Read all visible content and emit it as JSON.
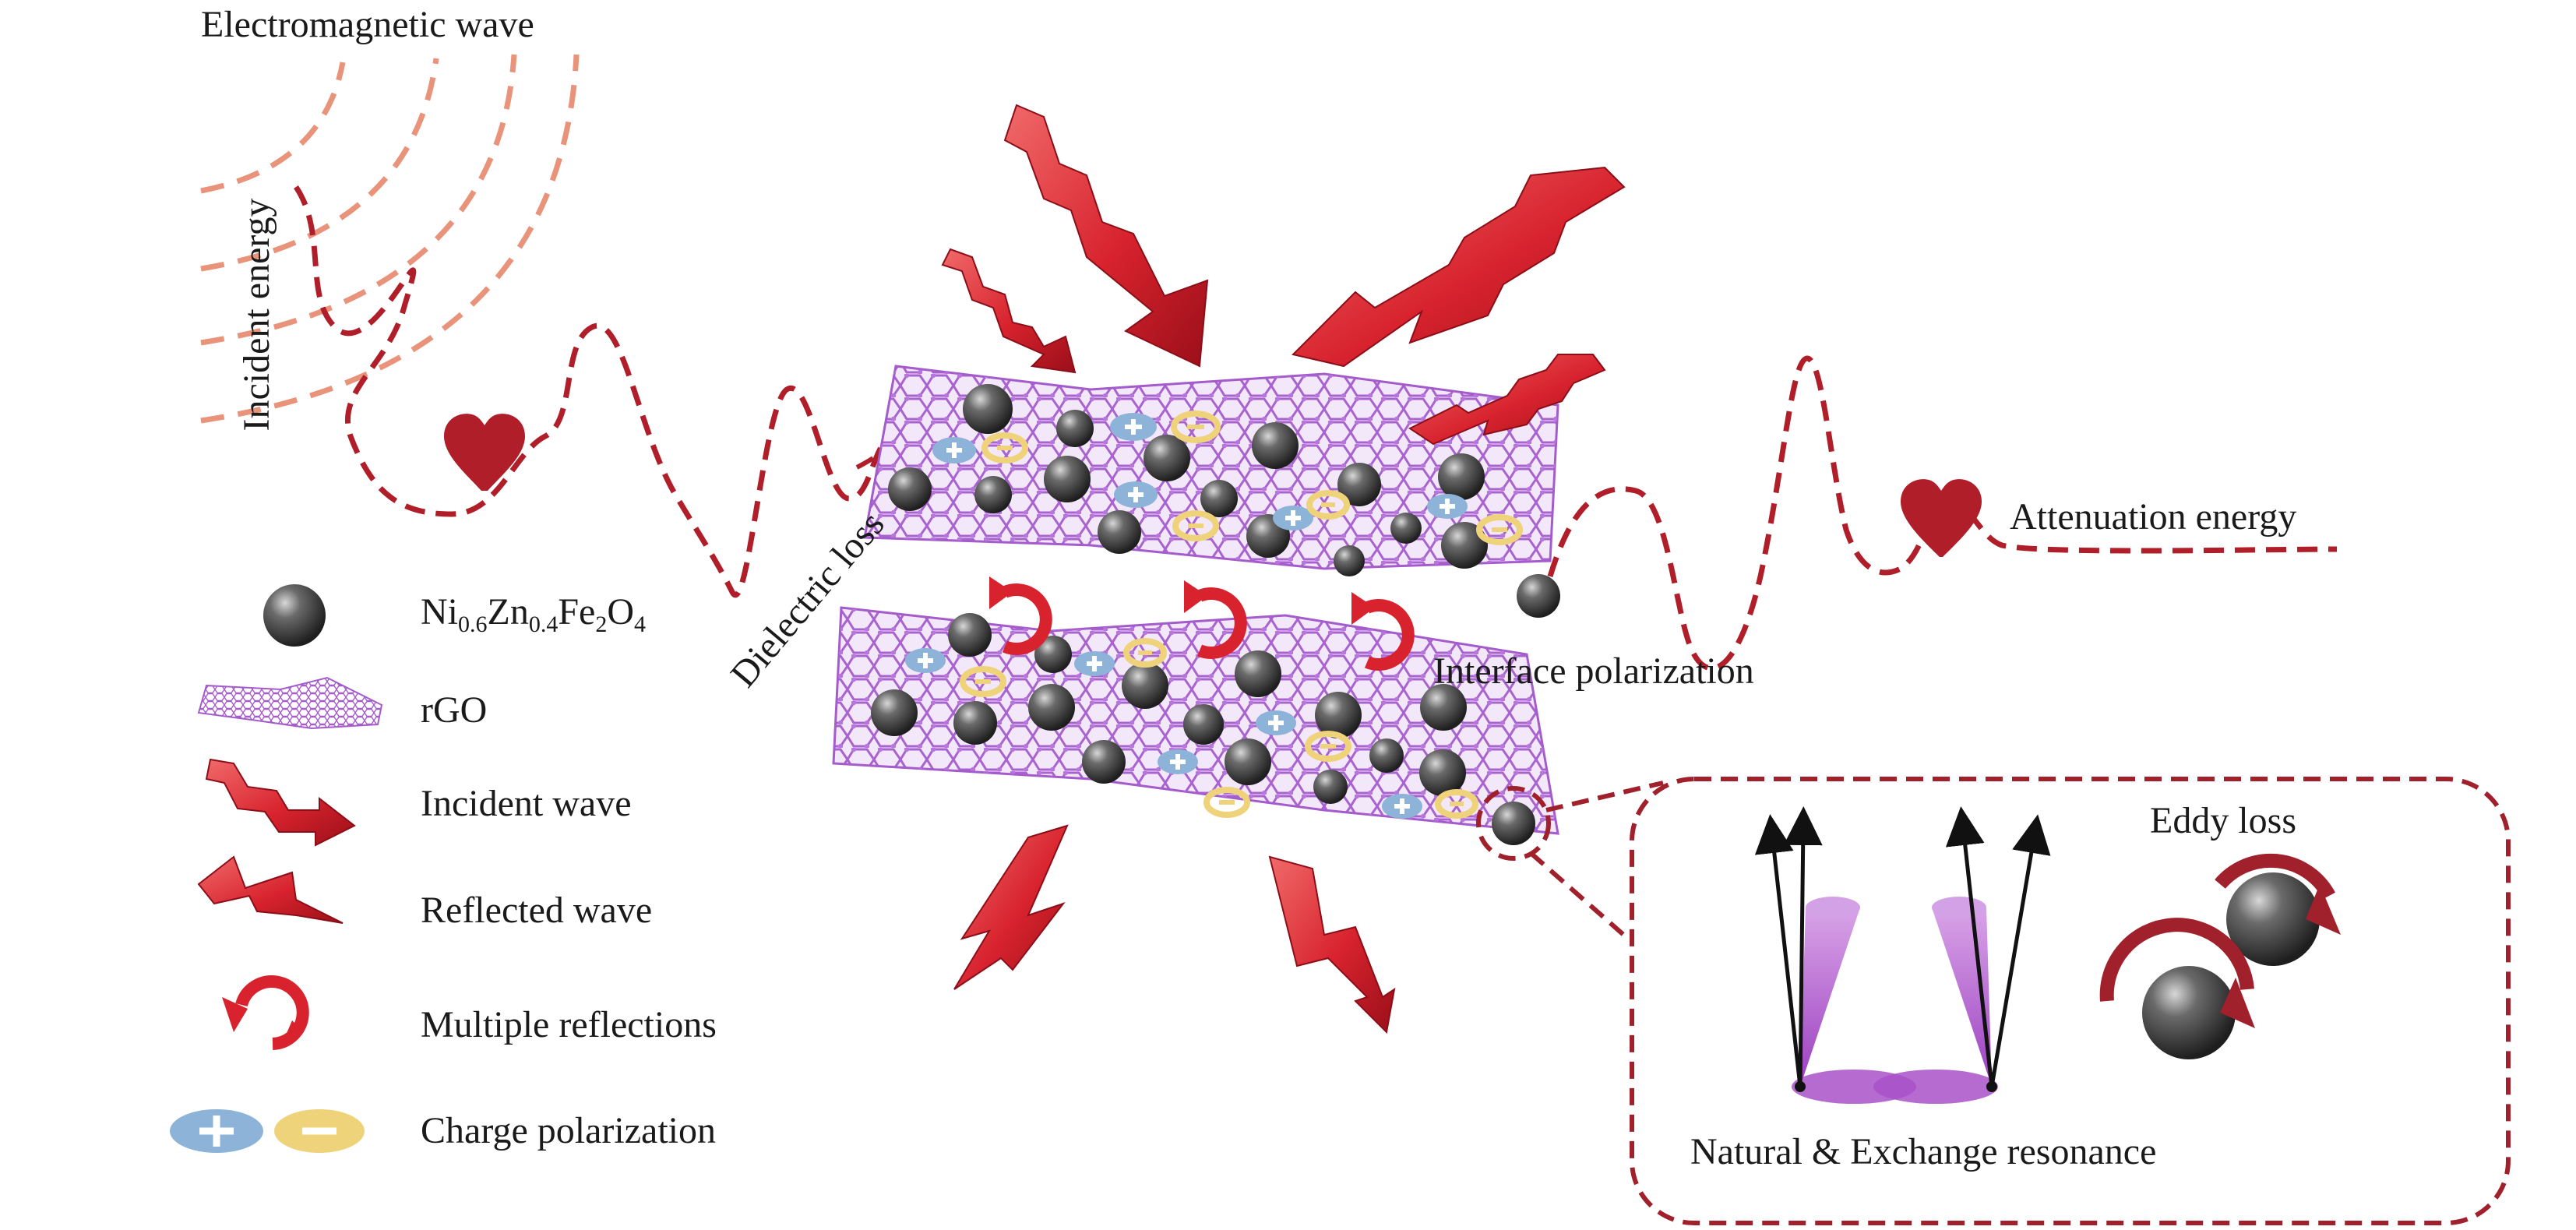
{
  "labels": {
    "electromagnetic_wave": "Electromagnetic wave",
    "incident_energy": "Incident energy",
    "attenuation_energy": "Attenuation energy",
    "dielectric_loss": "Dielectric loss",
    "interface_polarization": "Interface polarization",
    "eddy_loss": "Eddy loss",
    "resonance": "Natural & Exchange resonance"
  },
  "legend": {
    "ferrite": {
      "el1": "Ni",
      "sub1": "0.6",
      "el2": "Zn",
      "sub2": "0.4",
      "el3": "Fe",
      "sub3": "2",
      "el4": "O",
      "sub4": "4"
    },
    "rgo": "rGO",
    "incident_wave": "Incident wave",
    "reflected_wave": "Reflected wave",
    "multiple_reflections": "Multiple reflections",
    "charge_polarization": "Charge polarization"
  },
  "colors": {
    "wave_red": "#b01e2a",
    "arc_salmon": "#e8937a",
    "rgo_purple": "#a05fc8",
    "plus_blue": "#8db4d8",
    "minus_yellow": "#efd37a",
    "sphere_dark": "#3a3a3a"
  },
  "icons": [
    "heart-icon",
    "incident-arrow-icon",
    "reflected-bolt-icon",
    "multiple-reflection-icon",
    "plus-charge-icon",
    "minus-charge-icon",
    "spin-cone-icon",
    "eddy-rotation-icon"
  ]
}
